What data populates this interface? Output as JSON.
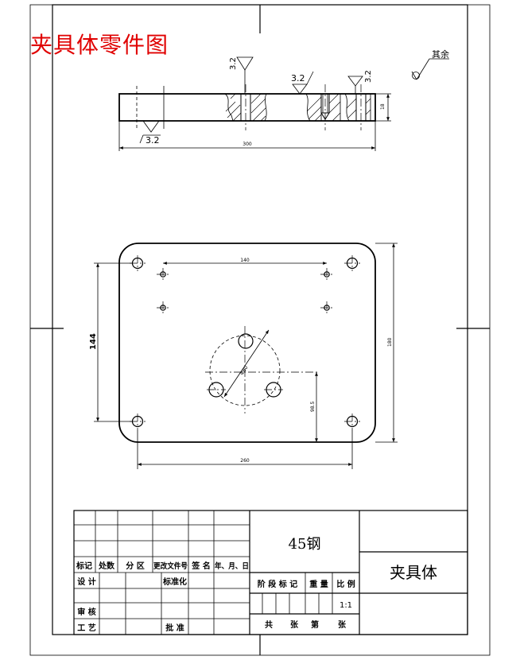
{
  "heading": {
    "text": "夹具体零件图",
    "color": "#e00000"
  },
  "roughness": {
    "rest": "其余",
    "value": "3.2"
  },
  "front_view": {
    "overall_width": "300",
    "thickness": "18"
  },
  "top_view": {
    "hole_spacing": "140",
    "height_left": "144",
    "height_right": "180",
    "width_bottom": "260",
    "center_height": "98.5",
    "bolt_circle_dia": "Φ80"
  },
  "title_block": {
    "material": "45钢",
    "part_name": "夹具体",
    "header_row": [
      "标记",
      "处数",
      "分 区",
      "更改文件号",
      "签 名",
      "年、月、日"
    ],
    "design": "设 计",
    "standardize": "标准化",
    "review": "审 核",
    "process": "工 艺",
    "approve": "批 准",
    "stage_mark": "阶 段 标 记",
    "weight": "重 量",
    "scale_label": "比 例",
    "scale": "1:1",
    "sheets_total": "共",
    "sheets_unit": "张",
    "sheet_no": "第",
    "sheet_unit": "张"
  }
}
